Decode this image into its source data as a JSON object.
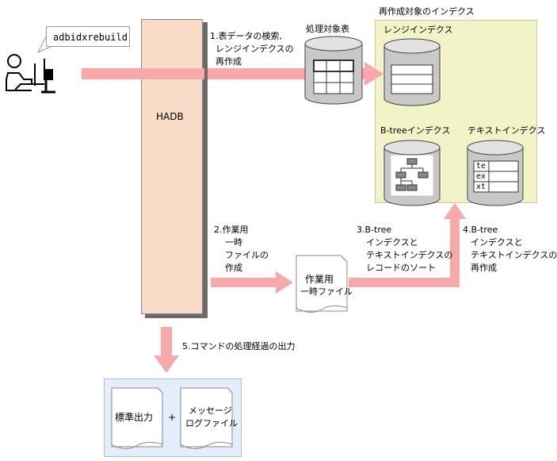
{
  "command": "adbidxrebuild",
  "hadb_label": "HADB",
  "step1": {
    "line1": "1.表データの検索,",
    "line2": "レンジインデクスの",
    "line3": "再作成"
  },
  "step2": {
    "line1": "2.作業用",
    "line2": "一時",
    "line3": "ファイルの",
    "line4": "作成"
  },
  "step3": {
    "line1": "3.B-tree",
    "line2": "インデクスと",
    "line3": "テキストインデクスの",
    "line4": "レコードのソート"
  },
  "step4": {
    "line1": "4.B-tree",
    "line2": "インデクスと",
    "line3": "テキストインデクスの",
    "line4": "再作成"
  },
  "step5": "5.コマンドの処理経過の出力",
  "processing_table_label": "処理対象表",
  "target_indexes_title": "再作成対象のインデクス",
  "range_index_label": "レンジインデクス",
  "btree_index_label": "B-treeインデクス",
  "text_index_label": "テキストインデクス",
  "text_index_cells": [
    "te",
    "ex",
    "xt"
  ],
  "work_file": {
    "line1": "作業用",
    "line2": "一時ファイル"
  },
  "standard_output": "標準出力",
  "plus": "+",
  "message_log": {
    "line1": "メッセージ",
    "line2": "ログファイル"
  },
  "colors": {
    "arrow": "#f7a8a8",
    "hadb": "#f8dcc8",
    "target_area": "#f3f3c8",
    "output_area": "#e4eefa"
  }
}
